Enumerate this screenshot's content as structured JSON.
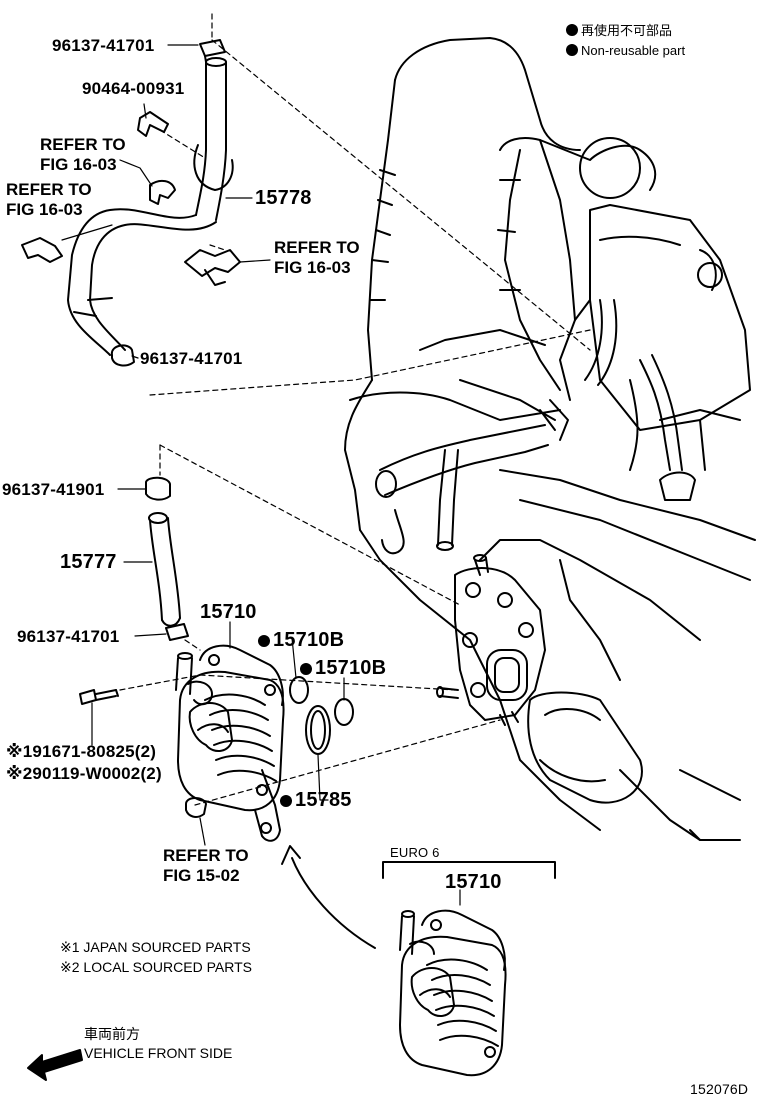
{
  "legend": {
    "jp": "再使用不可部品",
    "en": "Non-reusable part"
  },
  "labels": {
    "p96137_41701_top": "96137-41701",
    "p90464_00931": "90464-00931",
    "p15778": "15778",
    "p96137_41701_mid": "96137-41701",
    "p96137_41901": "96137-41901",
    "p15777": "15777",
    "p96137_41701_low": "96137-41701",
    "p15710": "15710",
    "p15710b_1": "15710B",
    "p15710b_2": "15710B",
    "p15785": "15785",
    "p91671": "※191671-80825(2)",
    "p90119": "※290119-W0002(2)",
    "p15710_euro": "15710"
  },
  "refer": {
    "r1_line1": "REFER TO",
    "r1_line2": "FIG 16-03",
    "r2_line1": "REFER TO",
    "r2_line2": "FIG 16-03",
    "r3_line1": "REFER TO",
    "r3_line2": "FIG 16-03",
    "r4_line1": "REFER TO",
    "r4_line2": "FIG 15-02"
  },
  "euro": "EURO 6",
  "notes": {
    "n1": "※1 JAPAN SOURCED PARTS",
    "n2": "※2 LOCAL SOURCED PARTS"
  },
  "direction": {
    "jp": "車両前方",
    "en": "VEHICLE FRONT SIDE"
  },
  "diagram_id": "152076D"
}
